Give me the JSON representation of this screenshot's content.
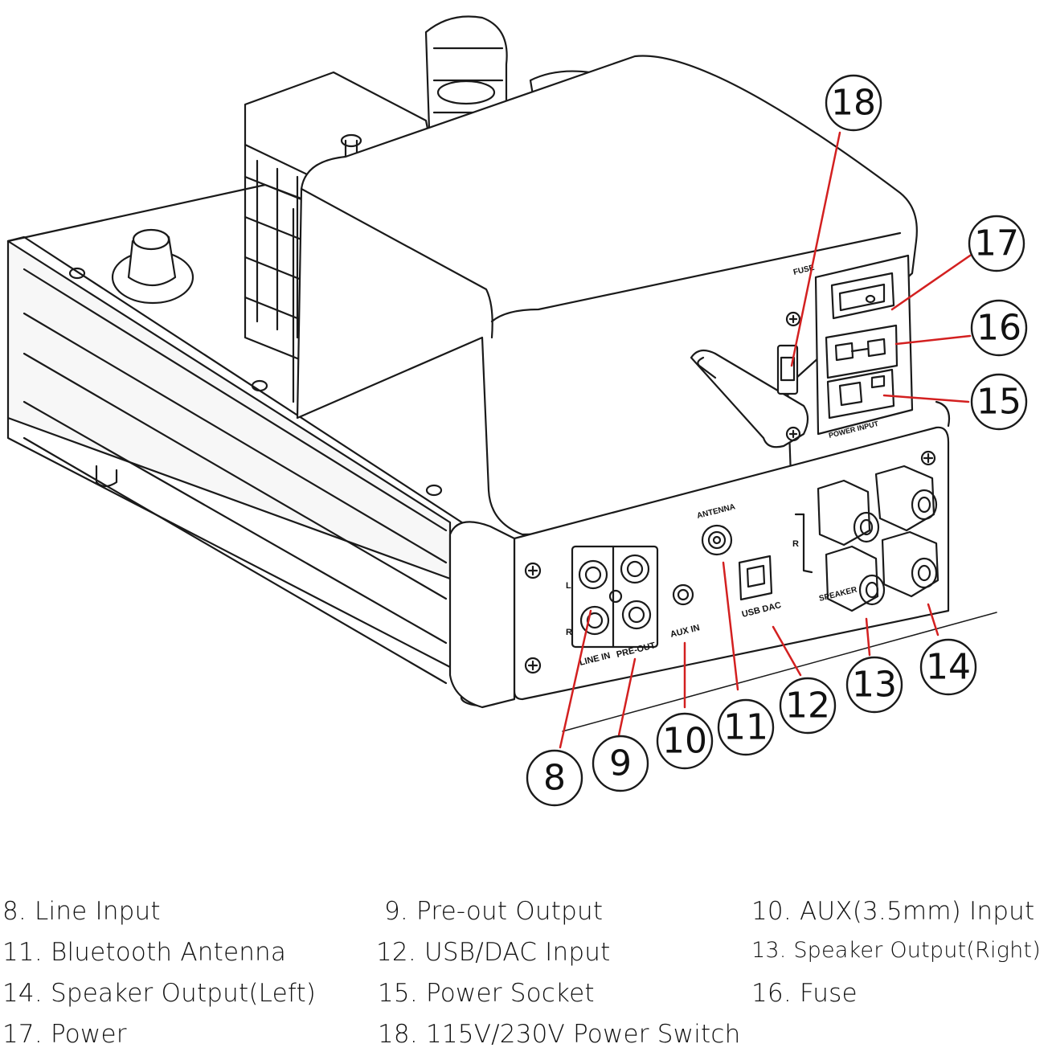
{
  "panel_labels": {
    "line_in": "LINE IN",
    "pre_out": "PRE-OUT",
    "aux_in": "AUX IN",
    "antenna": "ANTENNA",
    "usb_dac": "USB DAC",
    "power_input": "POWER INPUT",
    "fuse": "FUSE",
    "ch_l": "L",
    "ch_r": "R",
    "spk_r": "R",
    "speaker": "SPEAKER"
  },
  "callouts": [
    "8",
    "9",
    "10",
    "11",
    "12",
    "13",
    "14",
    "15",
    "16",
    "17",
    "18"
  ],
  "legend": [
    "8. Line Input",
    "9.  Pre-out Output",
    "10. AUX(3.5mm) Input",
    "11. Bluetooth Antenna",
    "12. USB/DAC Input",
    "13. Speaker Output(Right)",
    "14. Speaker Output(Left)",
    "15. Power Socket",
    "16. Fuse",
    "17. Power",
    "18. 115V/230V Power Switch"
  ],
  "colors": {
    "line": "#1a1a1a",
    "leader": "#d32020",
    "background": "#ffffff"
  }
}
